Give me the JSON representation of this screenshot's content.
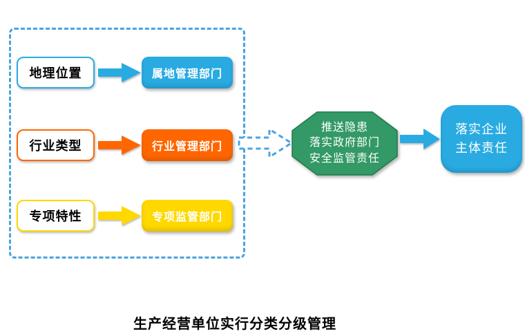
{
  "colors": {
    "blue": "#29ABE2",
    "orange": "#FF6600",
    "yellow": "#FFD800",
    "green": "#339966",
    "green_border": "#1E7A4D",
    "dashed_border_blue": "#4AA3DF"
  },
  "panel": {
    "rows": [
      {
        "source": "地理位置",
        "target": "属地管理部门"
      },
      {
        "source": "行业类型",
        "target": "行业管理部门"
      },
      {
        "source": "专项特性",
        "target": "专项监管部门"
      }
    ]
  },
  "octagon": {
    "text": "推送隐患\n落实政府部门\n安全监管责任"
  },
  "result_box": {
    "text": "落实企业\n主体责任"
  },
  "caption": "生产经营单位实行分类分级管理"
}
